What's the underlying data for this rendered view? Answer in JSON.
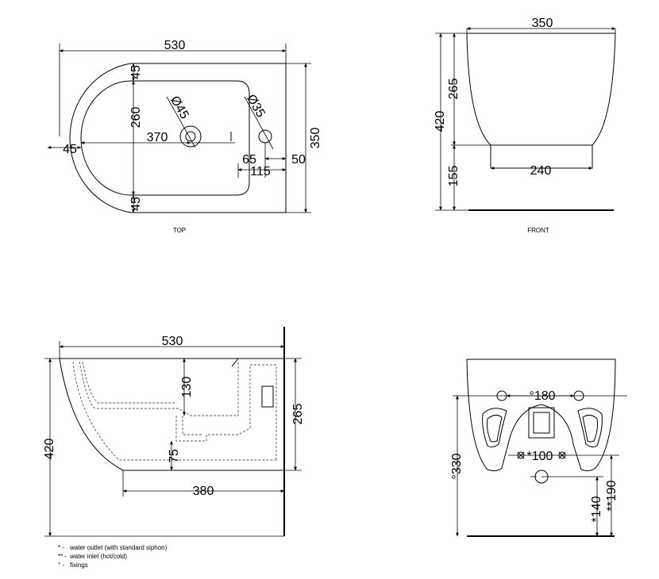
{
  "top_view": {
    "caption": "TOP",
    "dims": {
      "width": "530",
      "depth": "350",
      "bowl_width": "260",
      "top_margin": "45",
      "bottom_margin": "45",
      "left_margin": "45",
      "waste_to_front": "370",
      "waste_dia": "Ø45",
      "tap_dia": "Ø35",
      "tap_offset": "65",
      "tap_to_back": "115",
      "tap_side": "50"
    }
  },
  "front_view": {
    "caption": "FRONT",
    "dims": {
      "width": "350",
      "height": "420",
      "upper": "265",
      "lower": "155",
      "base": "240"
    }
  },
  "side_view": {
    "dims": {
      "length": "530",
      "height": "420",
      "back_height": "265",
      "depth_130": "130",
      "depth_75": "75",
      "base_380": "380"
    }
  },
  "back_view": {
    "dims": {
      "fixings": "°180",
      "inlet": "*100",
      "outlet_height": "°330",
      "floor_140": "*140",
      "floor_190": "**190"
    }
  },
  "legend": [
    {
      "mark": "* -",
      "text": "water outlet (with standard siphon)"
    },
    {
      "mark": "** -",
      "text": "water inlet (hot/cold)"
    },
    {
      "mark": "° -",
      "text": "fixings"
    }
  ]
}
